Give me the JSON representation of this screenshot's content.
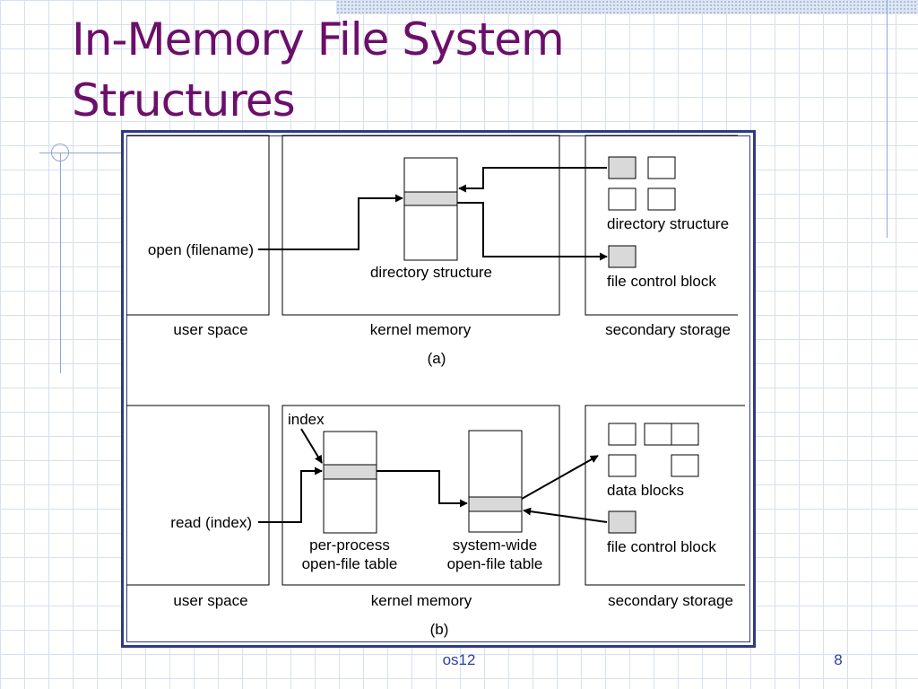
{
  "slide": {
    "title_line1": "In-Memory File System",
    "title_line2": "Structures",
    "footer_label": "os12",
    "page_number": "8"
  },
  "panel_a": {
    "call": "open (filename)",
    "kernel_structure": "directory structure",
    "storage_directory": "directory structure",
    "storage_fcb": "file control block",
    "region_user": "user space",
    "region_kernel": "kernel memory",
    "region_storage": "secondary storage",
    "caption": "(a)"
  },
  "panel_b": {
    "call": "read (index)",
    "index_label": "index",
    "per_process_line1": "per-process",
    "per_process_line2": "open-file table",
    "system_wide_line1": "system-wide",
    "system_wide_line2": "open-file table",
    "storage_data": "data blocks",
    "storage_fcb": "file control block",
    "region_user": "user space",
    "region_kernel": "kernel memory",
    "region_storage": "secondary storage",
    "caption": "(b)"
  },
  "colors": {
    "title": "#6b0f6b",
    "frame": "#2e3a87",
    "footer": "#2f3f9a",
    "shaded_cell": "#d9d9d9"
  }
}
